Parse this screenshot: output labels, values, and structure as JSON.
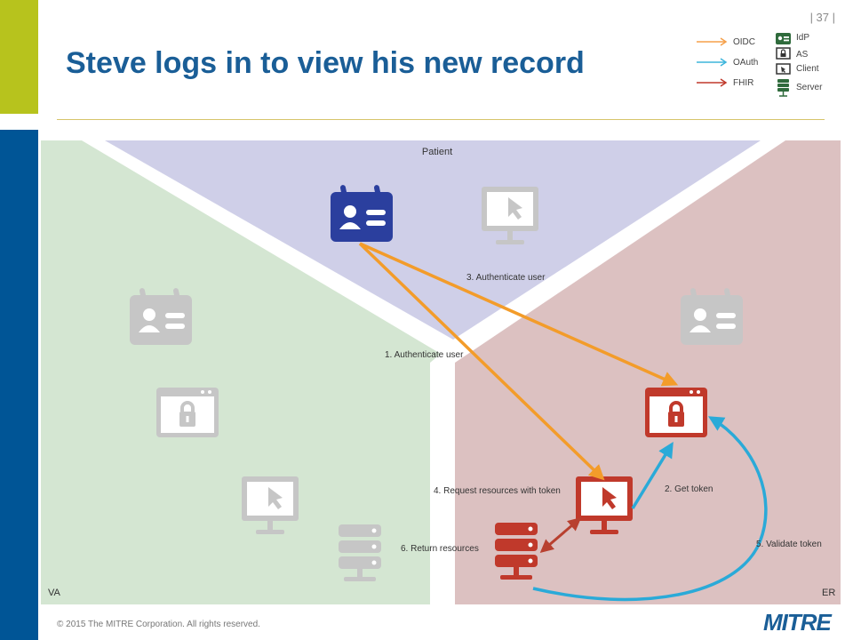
{
  "page_number": "| 37 |",
  "title": "Steve logs in to view his new record",
  "legend": {
    "lines": [
      {
        "label": "OIDC",
        "color": "#f5a04a"
      },
      {
        "label": "OAuth",
        "color": "#3db5dc"
      },
      {
        "label": "FHIR",
        "color": "#c0392b"
      }
    ],
    "icons": [
      {
        "label": "IdP",
        "icon": "idp-badge-icon"
      },
      {
        "label": "AS",
        "icon": "auth-server-icon"
      },
      {
        "label": "Client",
        "icon": "client-monitor-icon"
      },
      {
        "label": "Server",
        "icon": "resource-server-icon"
      }
    ]
  },
  "regions": {
    "patient": "Patient",
    "va": "VA",
    "er": "ER"
  },
  "colors": {
    "patient_region": "#cfcfe8",
    "va_region": "#d4e6d2",
    "er_region": "#dcc1c1",
    "patient_icon": "#2b3f9e",
    "er_icon": "#c0392b",
    "inactive_icon": "#c6c6c6",
    "oidc": "#f39c2a",
    "oauth": "#2aaad8",
    "fhir": "#b8402f"
  },
  "steps": {
    "s1": "1. Authenticate user",
    "s2": "2. Get token",
    "s3": "3. Authenticate user",
    "s4": "4. Request resources with token",
    "s5": "5. Validate token",
    "s6": "6. Return resources"
  },
  "footer": {
    "copyright": "© 2015 The MITRE Corporation. All rights reserved.",
    "logo": "MITRE"
  }
}
